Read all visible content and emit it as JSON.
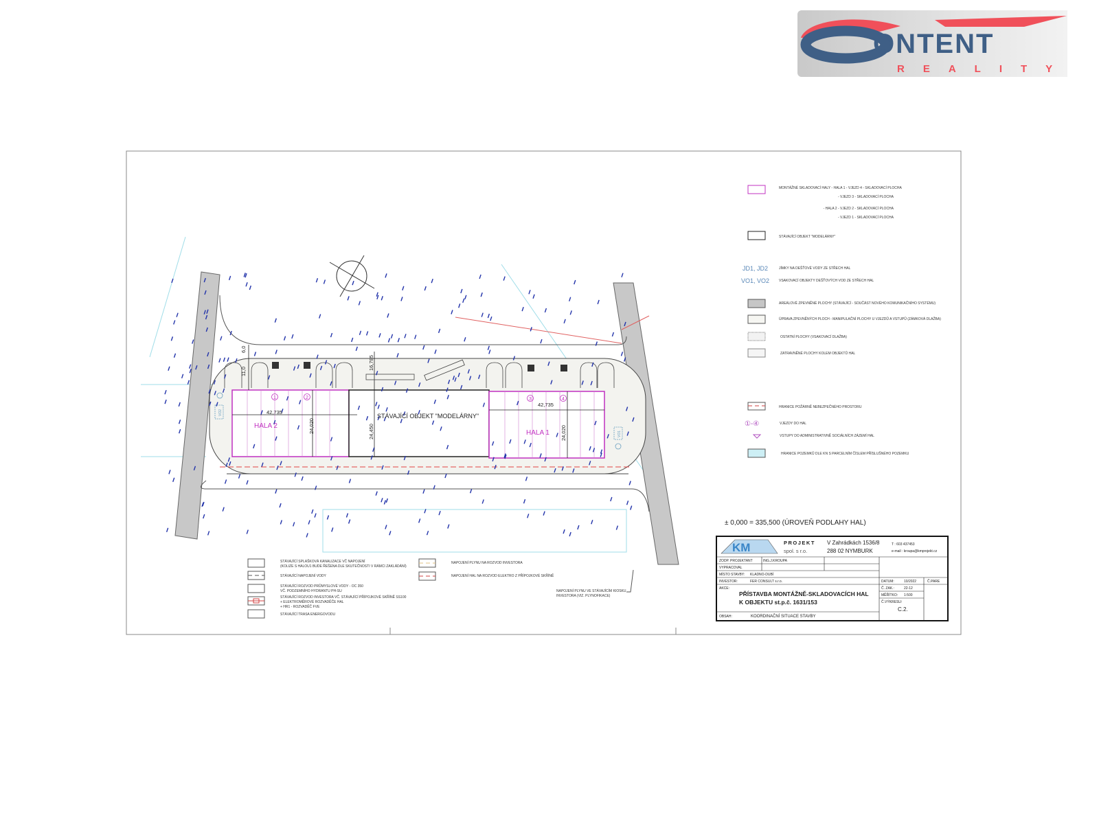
{
  "logo": {
    "brand": "CONTENT",
    "sub": "REALITY",
    "colors": {
      "blue": "#3f5f86",
      "red": "#f0505a"
    }
  },
  "plan": {
    "hala2": "HALA 2",
    "hala1": "HALA 1",
    "existing_building": "STÁVAJÍCÍ OBJEKT \"MODELÁRNY\"",
    "dims": {
      "hala2_length": "42,735",
      "hala1_length": "42,735",
      "hala2_width": "24,020",
      "hala1_width": "24,020",
      "existing_width": "24,450",
      "distance": "16,785",
      "road_a": "6,0",
      "road_b": "11,0"
    },
    "entrances": [
      "1",
      "2",
      "3",
      "4"
    ],
    "vo2": "VO2",
    "vo1": "VO1"
  },
  "legend_right": {
    "items": [
      {
        "symbol": "magenta-box",
        "lines": [
          "MONTÁŽNÉ SKLADOVACÍ HALY - HALA 1 -  VJEZD 4 - SKLADOVACÍ PLOCHA",
          "- VJEZD 3 - SKLADOVACÍ PLOCHA",
          "- HALA 2 -  VJEZD 2 - SKLADOVACÍ PLOCHA",
          "- VJEZD 1 - SKLADOVACÍ PLOCHA"
        ]
      },
      {
        "symbol": "black-box",
        "lines": [
          "STÁVAJÍCÍ OBJEKT \"MODELÁRNY\""
        ]
      },
      {
        "symbol": "JD1, JD2",
        "lines": [
          "JÍMKY NA DEŠŤOVÉ VODY ZE STŘECH HAL"
        ]
      },
      {
        "symbol": "VO1, VO2",
        "lines": [
          "VSAKOVACÍ OBJEKTY DEŠŤOVÝCH VOD ZE STŘECH HAL"
        ]
      },
      {
        "symbol": "gray-fill",
        "lines": [
          "AREÁLOVÉ ZPEVNĚNÉ PLOCHY (STÁVAJÍCÍ - SOUČÁST NOVÉHO KOMUNIKAČNÍHO SYSTÉMU)"
        ]
      },
      {
        "symbol": "light-fill",
        "lines": [
          "ÚPRAVA ZPEVNĚNÝCH PLOCH - MANIPULAČNÍ PLOCHY U VJEZDŮ A VSTUPŮ (ZÁMKOVÁ DLAŽBA)"
        ]
      },
      {
        "symbol": "dotted-fill",
        "lines": [
          "OSTATNÍ PLOCHY (VSAKOVACÍ DLAŽBA)"
        ]
      },
      {
        "symbol": "grass-fill",
        "lines": [
          "ZATRAVNĚNÉ PLOCHY KOLEM OBJEKTŮ HAL"
        ]
      },
      {
        "symbol": "red-dash",
        "lines": [
          "HRANICE POŽÁRNĚ NEBEZPEČNÉHO PROSTORU"
        ]
      },
      {
        "symbol": "①-④",
        "lines": [
          "VJEZDY DO HAL"
        ]
      },
      {
        "symbol": "triangle",
        "lines": [
          "VSTUPY DO ADMINISTRATIVNĚ SOCIÁLNÍCH ZÁZEMÍ HAL"
        ]
      },
      {
        "symbol": "cyan-box",
        "lines": [
          "HRANICE POZEMKŮ DLE KN S PARCELNÍM ČÍSLEM PŘÍSLUŠNÉHO POZEMKU"
        ]
      }
    ]
  },
  "elevation_note": "± 0,000 = 335,500  (ÚROVEŇ  PODLAHY HAL)",
  "legend_bottom": {
    "left": [
      {
        "lines": [
          "STÁVAJÍCÍ SPLAŠKOVÁ KANALIZACE VČ NAPOJENÍ",
          "(KOLIZE S HALOU1 BUDE ŘEŠENA DLE SKUTEČNOSTI V RÁMCI ZAKLÁDÁNÍ)"
        ]
      },
      {
        "lines": [
          "STÁVAJÍCÍ NAPOJENÍ VODY"
        ]
      },
      {
        "lines": [
          "STÁVAJÍCÍ ROZVOD PRŮMYSLOVÉ VODY - OC 350",
          "VČ. PODZEMNÍHO HYDRANTU PH-SU"
        ]
      },
      {
        "lines": [
          "STÁVAJÍCÍ ROZVOD INVESTORA VČ. STÁVAJÍCÍ PŘÍPOJKOVÉ SKŘÍNĚ SS100",
          "+ ELEKTROMĚROVÉ ROZVADĚČE HAL",
          "+ HR1 - ROZVADĚČ FVE"
        ]
      },
      {
        "lines": [
          "STÁVAJÍCÍ TRASA ENERGOVODU"
        ]
      }
    ],
    "right": [
      {
        "lines": [
          "NAPOJENÍ PLYNU NA ROZVOD INVESTORA"
        ]
      },
      {
        "lines": [
          "NAPOJENÍ HAL NA ROZVOD ELEKTRO Z PŘÍPOJKOVÉ SKŘÍNĚ"
        ]
      }
    ],
    "gas_note": [
      "NAPOJENÍ PLYNU VE STÁVAJÍCÍM KIOSKU",
      "INVESTORA (VIZ. PLYNOFIKACE)"
    ]
  },
  "title_block": {
    "company_logo": "KM",
    "company": "PROJEKT",
    "company_sub": "spol. s r.o.",
    "address1": "V Zahrádkách 1536/8",
    "address2": "288 02 NYMBURK",
    "phone": "T :  603 437453",
    "email": "e-mail :  kroupa@kmprojekt.cz",
    "rows": [
      {
        "label": "ZODP. PROJEKTANT",
        "value": "ING.J.KROUPA"
      },
      {
        "label": "VYPRACOVAL",
        "value": ""
      },
      {
        "label": "MÍSTO STAVBY:",
        "value": "KLADNO-DUBÍ"
      },
      {
        "label": "INVESTOR:",
        "value": "FER CONSULT s.r.o."
      }
    ],
    "akce_label": "AKCE:",
    "akce_line1": "PŘÍSTAVBA MONTÁŽNĚ-SKLADOVACÍCH HAL",
    "akce_line2": "K OBJEKTU st.p.č. 1631/153",
    "obsah_label": "OBSAH:",
    "obsah": "KOORDINAČNÍ SITUACE STAVBY",
    "datum_label": "DATUM:",
    "datum": "10/2022",
    "zak_label": "Č. ZAK.:",
    "zak": "22-12",
    "meritko_label": "MĚŘÍTKO:",
    "meritko": "1:500",
    "vykres_label": "Č.VÝKRESU:",
    "vykres": "C.2.",
    "pare_label": "Č.PARE"
  }
}
